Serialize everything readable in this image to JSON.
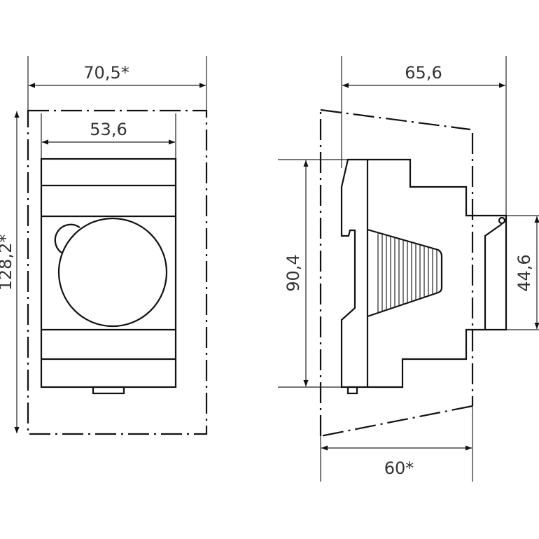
{
  "front_view": {
    "width_overall": "70,5*",
    "width_device": "53,6",
    "height_overall": "128,2*"
  },
  "side_view": {
    "depth_overall": "65,6",
    "height_device": "90,4",
    "height_front": "44,6",
    "depth_mount": "60*"
  }
}
